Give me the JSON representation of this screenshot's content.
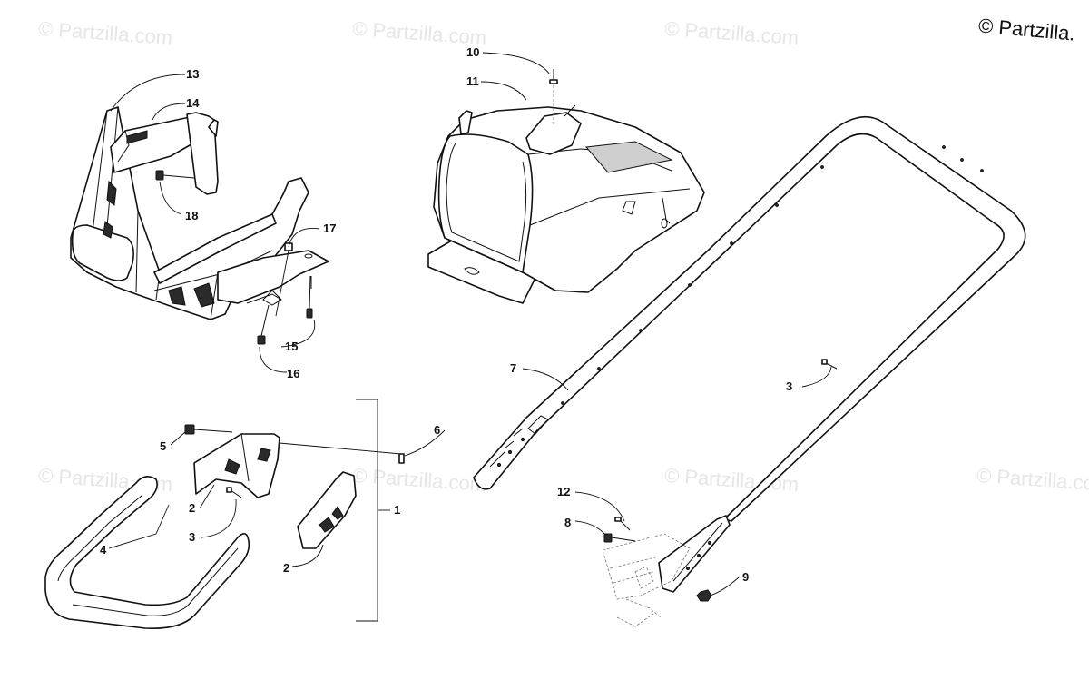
{
  "copyright": "© Partzilla.",
  "watermark": "© Partzilla.com",
  "callouts": {
    "c1": "1",
    "c2a": "2",
    "c2b": "2",
    "c3a": "3",
    "c3b": "3",
    "c4": "4",
    "c5": "5",
    "c6": "6",
    "c7": "7",
    "c8": "8",
    "c9": "9",
    "c10": "10",
    "c11": "11",
    "c12": "12",
    "c13": "13",
    "c14": "14",
    "c15": "15",
    "c16": "16",
    "c17": "17",
    "c18": "18"
  }
}
